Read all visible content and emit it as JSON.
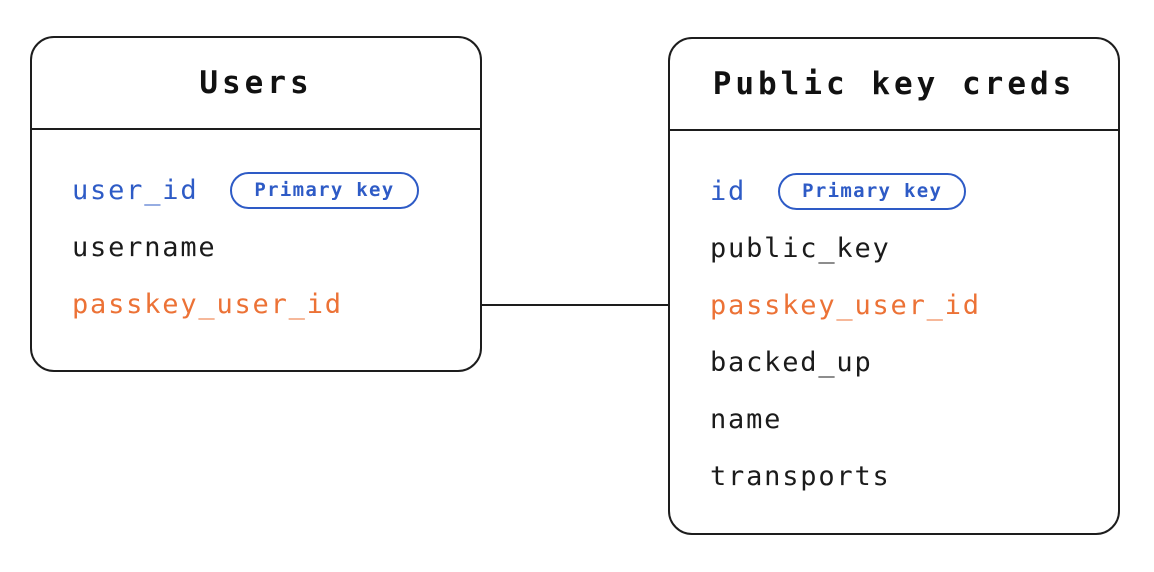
{
  "colors": {
    "stroke": "#1d1d1d",
    "primary_key_blue": "#2e5bc6",
    "foreign_key_orange": "#ec7236",
    "background": "#ffffff"
  },
  "tables": [
    {
      "title": "Users",
      "fields": [
        {
          "name": "user_id",
          "badge": "Primary key"
        },
        {
          "name": "username"
        },
        {
          "name": "passkey_user_id"
        }
      ]
    },
    {
      "title": "Public key creds",
      "fields": [
        {
          "name": "id",
          "badge": "Primary key"
        },
        {
          "name": "public_key"
        },
        {
          "name": "passkey_user_id"
        },
        {
          "name": "backed_up"
        },
        {
          "name": "name"
        },
        {
          "name": "transports"
        }
      ]
    }
  ],
  "connector": {
    "from": "Users.passkey_user_id",
    "to": "Public key creds.passkey_user_id"
  }
}
